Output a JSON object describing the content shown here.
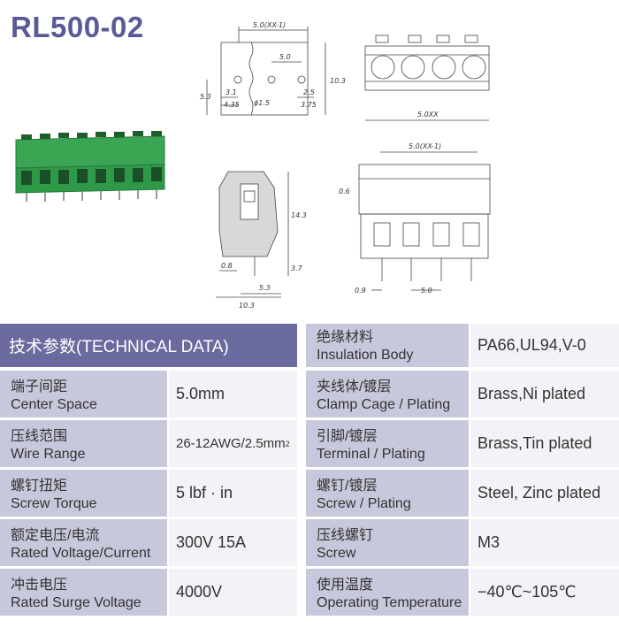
{
  "product": {
    "title": "RL500-02"
  },
  "drawing": {
    "top_width": "5.0(XX-1)",
    "top_pitch": "5.0",
    "top_height": "10.3",
    "top_left": "5.3",
    "top_d1": "3.1",
    "top_d2": "4.35",
    "top_hole": "ϕ1.5",
    "top_r1": "2.5",
    "top_r2": "3.75",
    "front_width": "5.0XX",
    "side_height": "14.3",
    "side_a": "0.8",
    "side_b": "5.3",
    "side_c": "3.7",
    "side_width": "10.3",
    "bottom_width": "5.0(XX-1)",
    "bottom_left": "0.6",
    "bottom_edge": "0.9",
    "bottom_pitch": "5.0"
  },
  "table": {
    "header": "技术参数(TECHNICAL DATA)",
    "left_rows": [
      {
        "zh": "端子间距",
        "en": "Center Space",
        "value": "5.0mm"
      },
      {
        "zh": "压线范围",
        "en": "Wire Range",
        "value": "26-12AWG/2.5mm",
        "sup": "2"
      },
      {
        "zh": "螺钉扭矩",
        "en": "Screw Torque",
        "value": "5 lbf · in"
      },
      {
        "zh": "额定电压/电流",
        "en": "Rated Voltage/Current",
        "value": "300V 15A"
      },
      {
        "zh": "冲击电压",
        "en": "Rated Surge Voltage",
        "value": "4000V"
      }
    ],
    "right_rows": [
      {
        "zh": "绝缘材料",
        "en": "Insulation Body",
        "value": "PA66,UL94,V-0"
      },
      {
        "zh": "夹线体/镀层",
        "en": "Clamp Cage / Plating",
        "value": "Brass,Ni plated"
      },
      {
        "zh": "引脚/镀层",
        "en": "Terminal / Plating",
        "value": "Brass,Tin plated"
      },
      {
        "zh": "螺钉/镀层",
        "en": "Screw / Plating",
        "value": "Steel, Zinc plated"
      },
      {
        "zh": "压线螺钉",
        "en": "Screw",
        "value": "M3"
      },
      {
        "zh": "使用温度",
        "en": "Operating Temperature",
        "value": "−40℃~105℃"
      }
    ]
  },
  "colors": {
    "title": "#5b5a98",
    "header_bg": "#6b6a9e",
    "label_bg": "#c8c8dc",
    "value_bg": "#f3f3f7",
    "product_green": "#2e9a48"
  }
}
